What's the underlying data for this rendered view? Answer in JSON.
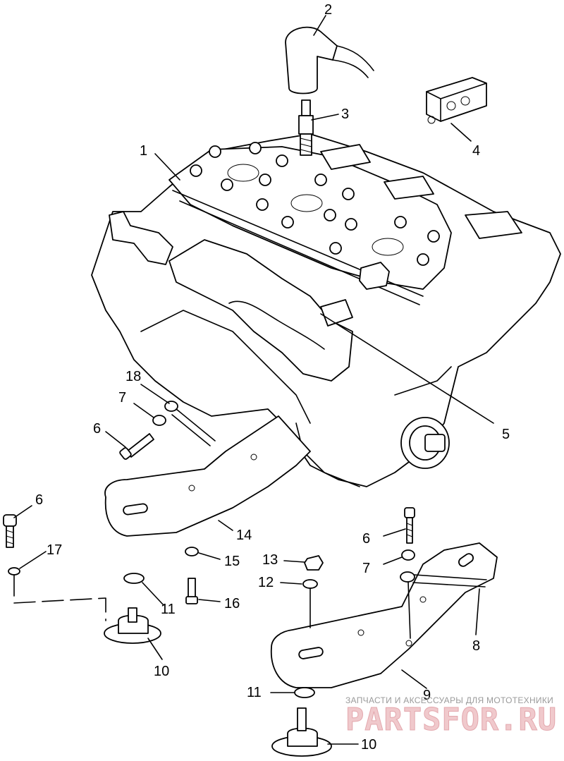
{
  "callouts": {
    "c1": "1",
    "c2": "2",
    "c3": "3",
    "c4": "4",
    "c5": "5",
    "c6a": "6",
    "c6b": "6",
    "c6c": "6",
    "c7a": "7",
    "c7b": "7",
    "c8": "8",
    "c9": "9",
    "c10a": "10",
    "c10b": "10",
    "c11a": "11",
    "c11b": "11",
    "c12": "12",
    "c13": "13",
    "c14": "14",
    "c15": "15",
    "c16": "16",
    "c17": "17",
    "c18": "18"
  },
  "watermark": {
    "caption": "ЗАПЧАСТИ И АКСЕССУАРЫ ДЛЯ МОТОТЕХНИКИ",
    "brand": "PARTSFOR.RU"
  },
  "colors": {
    "line": "#000000",
    "background": "#ffffff",
    "watermark_text": "#9a9a9a",
    "watermark_brand": "#f0c9cc"
  }
}
